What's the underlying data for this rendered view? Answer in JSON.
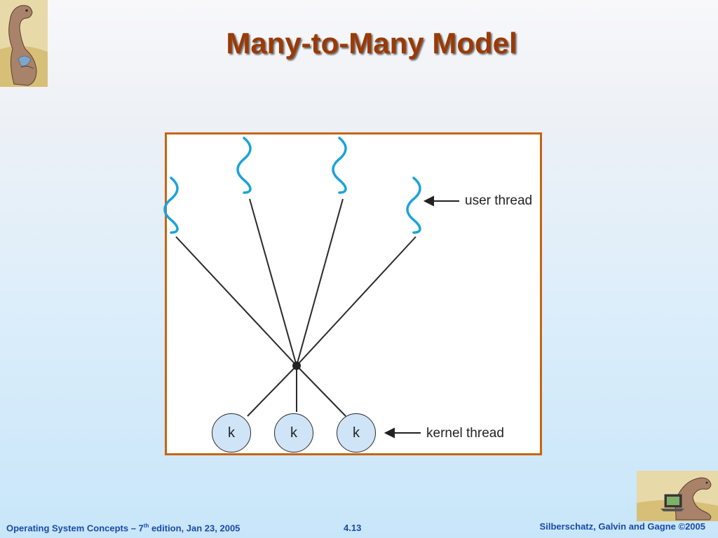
{
  "slide": {
    "title": "Many-to-Many Model",
    "diagram": {
      "user_thread_label": "user thread",
      "kernel_thread_label": "kernel thread",
      "kernel_nodes": [
        "k",
        "k",
        "k"
      ]
    },
    "footer": {
      "left_prefix": "Operating System Concepts – 7",
      "left_sup": "th",
      "left_suffix": " edition, Jan 23, 2005",
      "center": "4.13",
      "right": "Silberschatz, Galvin and Gagne ©2005"
    }
  },
  "colors": {
    "title": "#9a3a06",
    "frame": "#c8640c",
    "wavy_thread": "#1aa3dc",
    "kernel_fill": "#cfe4f7",
    "footer_text": "#1a4aa8"
  },
  "icons": {
    "top_left": "dinosaur-logo",
    "bottom_right": "dinosaur-with-laptop-logo"
  }
}
